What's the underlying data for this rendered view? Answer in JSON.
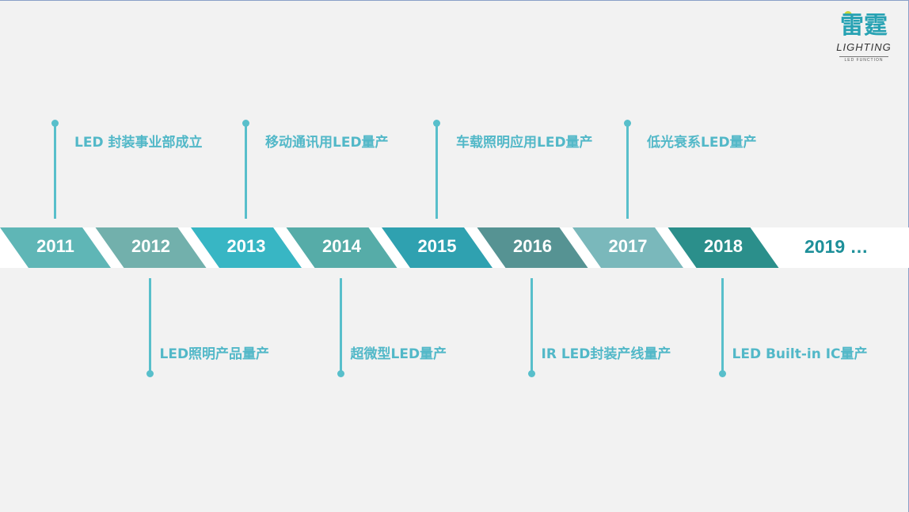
{
  "logo": {
    "cn": "雷霆",
    "en": "LIGHTING",
    "tagline": "LED FUNCTION"
  },
  "timeline": {
    "years": [
      {
        "label": "2011",
        "color": "#5fb6b6"
      },
      {
        "label": "2012",
        "color": "#72b0ac"
      },
      {
        "label": "2013",
        "color": "#38b6c4"
      },
      {
        "label": "2014",
        "color": "#56aca8"
      },
      {
        "label": "2015",
        "color": "#2fa1b0"
      },
      {
        "label": "2016",
        "color": "#569393"
      },
      {
        "label": "2017",
        "color": "#7ab8bb"
      },
      {
        "label": "2018",
        "color": "#2b8f8b"
      }
    ],
    "next_label": "2019 …",
    "events_above": [
      {
        "year": "2011",
        "text": "LED 封装事业部成立"
      },
      {
        "year": "2013",
        "text": "移动通讯用LED量产"
      },
      {
        "year": "2015",
        "text": "车载照明应用LED量产"
      },
      {
        "year": "2017",
        "text": "低光衰系LED量产"
      }
    ],
    "events_below": [
      {
        "year": "2012",
        "text": "LED照明产品量产"
      },
      {
        "year": "2014",
        "text": "超微型LED量产"
      },
      {
        "year": "2016",
        "text": "IR LED封装产线量产"
      },
      {
        "year": "2018",
        "text": "LED Built-in IC量产"
      }
    ],
    "connector_color": "#58bfcb",
    "event_text_color": "#52b8c8"
  }
}
